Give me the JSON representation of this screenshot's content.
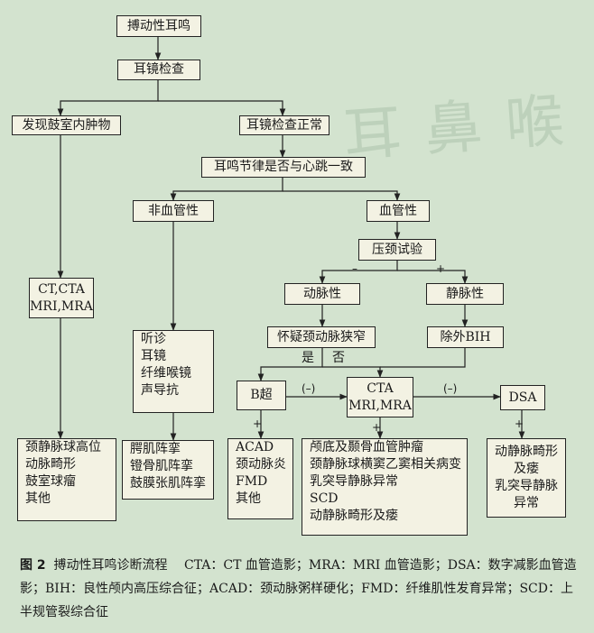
{
  "nodes": {
    "n1": "搏动性耳鸣",
    "n2": "耳镜检查",
    "n3": "发现鼓室内肿物",
    "n4": "耳镜检查正常",
    "n5": "耳鸣节律是否与心跳一致",
    "n6": "非血管性",
    "n7": "血管性",
    "n8": "压颈试验",
    "n9": "动脉性",
    "n10": "静脉性",
    "n11": "怀疑颈动脉狭窄",
    "n12": "除外BIH",
    "n13": [
      "CT,CTA",
      "MRI,MRA"
    ],
    "n14": [
      "听诊",
      "耳镜",
      "纤维喉镜",
      "声导抗"
    ],
    "n15": "B超",
    "n16": [
      "CTA",
      "MRI,MRA"
    ],
    "n17": "DSA",
    "n18": [
      "颈静脉球高位",
      "动脉畸形",
      "鼓室球瘤",
      "其他"
    ],
    "n19": [
      "腭肌阵挛",
      "镫骨肌阵挛",
      "鼓膜张肌阵挛"
    ],
    "n20": [
      "ACAD",
      "颈动脉炎",
      "FMD",
      "其他"
    ],
    "n21": [
      "颅底及颞骨血管肿瘤",
      "颈静脉球横窦乙窦相关病变",
      "乳突导静脉异常",
      "SCD",
      "动静脉畸形及瘘"
    ],
    "n22": [
      "动静脉畸形",
      "及瘘",
      "乳突导静脉",
      "异常"
    ]
  },
  "edge_labels": {
    "minus": "–",
    "plus": "+",
    "yes": "是",
    "no": "否",
    "neg": "(–)"
  },
  "caption": {
    "figure": "图 2",
    "text": "搏动性耳鸣诊断流程　 CTA：CT 血管造影；MRA：MRI 血管造影；DSA：数字减影血管造影；BIH：良性颅内高压综合征；ACAD：颈动脉粥样硬化；FMD：纤维肌性发育异常；SCD：上半规管裂综合征"
  },
  "colors": {
    "background": "#d3e3cf",
    "box_fill": "#f3f2e3",
    "stroke": "#222222"
  }
}
